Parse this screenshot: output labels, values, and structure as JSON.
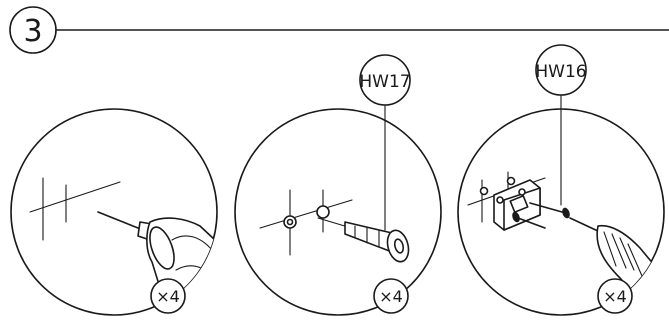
{
  "step": {
    "number": "3"
  },
  "panels": [
    {
      "id": "drill",
      "quantity": "×4",
      "part_label": ""
    },
    {
      "id": "anchor",
      "quantity": "×4",
      "part_label": "HW17"
    },
    {
      "id": "screw",
      "quantity": "×4",
      "part_label": "HW16"
    }
  ],
  "icons": [
    "drill-icon",
    "wall-anchor-icon",
    "screw-icon",
    "screwdriver-icon",
    "mounting-bracket-icon"
  ],
  "colors": {
    "line": "#1a1a1a",
    "background": "#ffffff"
  }
}
